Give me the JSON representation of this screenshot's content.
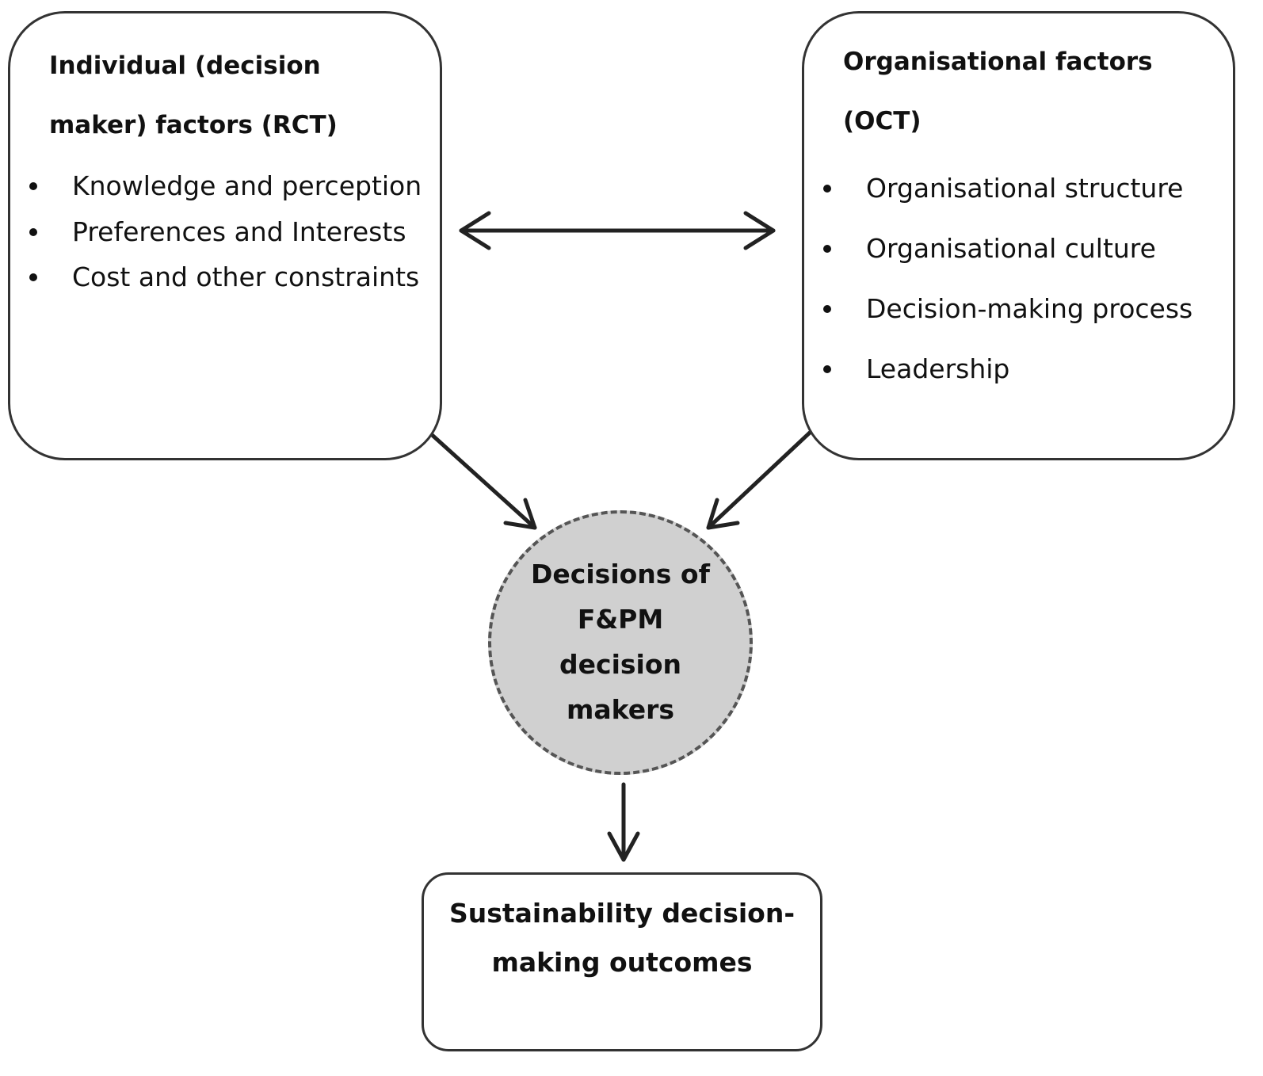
{
  "individual_factors": {
    "title": "Individual (decision maker) factors (RCT)",
    "items": [
      "Knowledge and perception",
      "Preferences and Interests",
      "Cost and other constraints"
    ]
  },
  "organisational_factors": {
    "title": "Organisational factors (OCT)",
    "items": [
      "Organisational structure",
      "Organisational culture",
      "Decision-making process",
      "Leadership"
    ]
  },
  "center_node": {
    "label": "Decisions of F&PM decision makers"
  },
  "outcome_node": {
    "label": "Sustainability decision-making outcomes"
  },
  "colors": {
    "box_border": "#333333",
    "circle_fill": "#d0d0d0",
    "circle_border": "#555555",
    "arrow": "#222222"
  }
}
